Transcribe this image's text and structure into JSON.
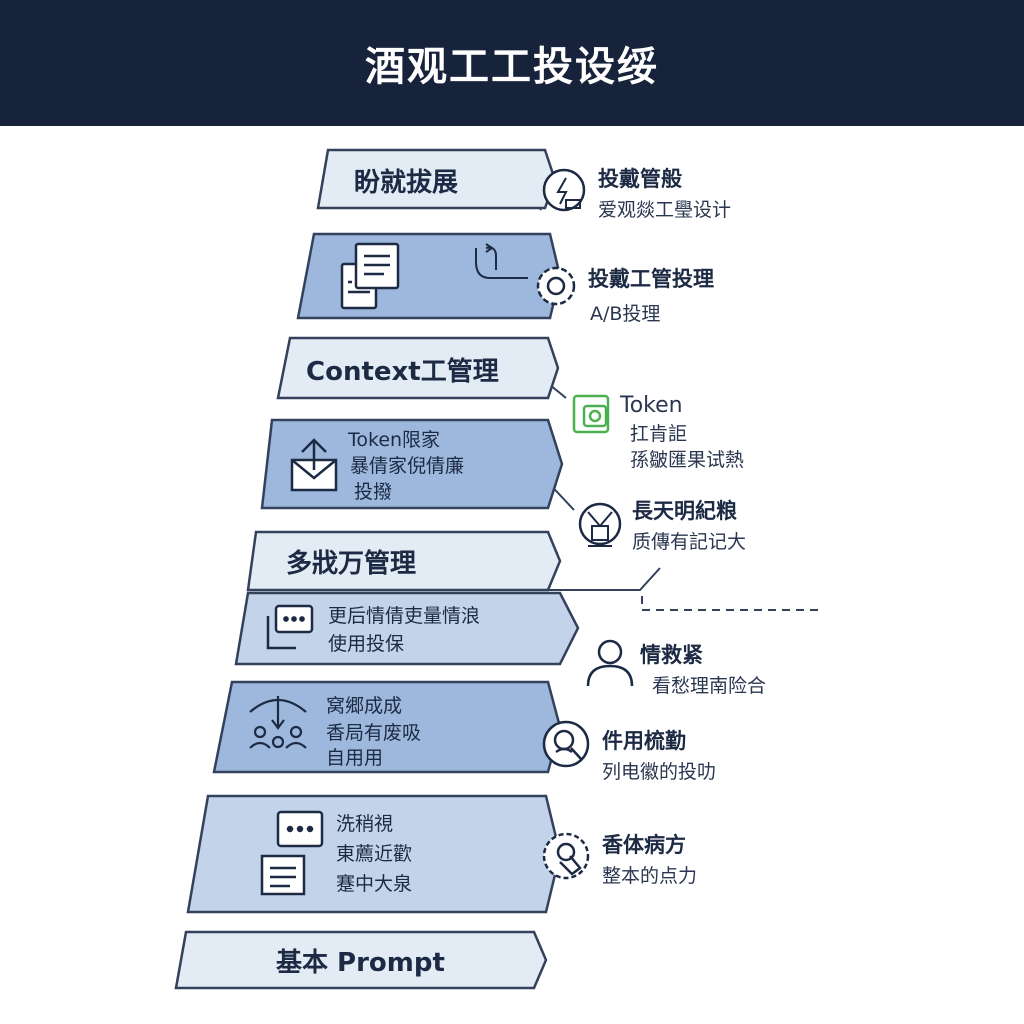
{
  "title": "酒观工工投设绥",
  "tiers": [
    {
      "label": "盼就拔展",
      "lines": []
    },
    {
      "label": "",
      "lines": []
    },
    {
      "label": "Context工管理",
      "lines": []
    },
    {
      "label": "",
      "lines": [
        "Token限家",
        "暴倩家倪倩廉",
        "投撥"
      ]
    },
    {
      "label": "多戕万管理",
      "lines": []
    },
    {
      "label": "",
      "lines": [
        "更后情倩吏量情浪",
        "使用投保"
      ]
    },
    {
      "label": "",
      "lines": [
        "窝郷成成",
        "香局有废吸",
        "自用用"
      ]
    },
    {
      "label": "",
      "lines": [
        "洗稍視",
        "東薦近歡",
        "蹇中大泉"
      ]
    },
    {
      "label": "基本 Prompt",
      "lines": []
    }
  ],
  "side_items": [
    {
      "title": "投戴管般",
      "sub": "爱观燚工璺设计"
    },
    {
      "title": "投戴工管投理",
      "sub": "A/B投理"
    },
    {
      "title": "Token",
      "sub": "扛肯詎",
      "sub2": "孫皺匯果试熱"
    },
    {
      "title": "長天明紀粮",
      "sub": "质傳有記记大"
    },
    {
      "title": "情救紧",
      "sub": "看愁理南险合"
    },
    {
      "title": "件用梳勤",
      "sub": "列电徽的投叻"
    },
    {
      "title": "香体病方",
      "sub": "整本的点力"
    }
  ],
  "icons": [
    "bolt-badge-icon",
    "gear-icon",
    "token-icon",
    "robot-icon",
    "user-icon",
    "search-user-icon",
    "target-hand-icon",
    "documents-icon",
    "loop-arrow-icon",
    "envelope-upload-icon",
    "chat-icon",
    "network-users-icon",
    "chat-document-icon"
  ],
  "colors": {
    "header_bg": "#17223b",
    "band_light": "#e3ebf5",
    "band_mid": "#c3d4ea",
    "band_dark": "#9db8dc",
    "stroke": "#33415c",
    "token_green": "#4caf50"
  }
}
